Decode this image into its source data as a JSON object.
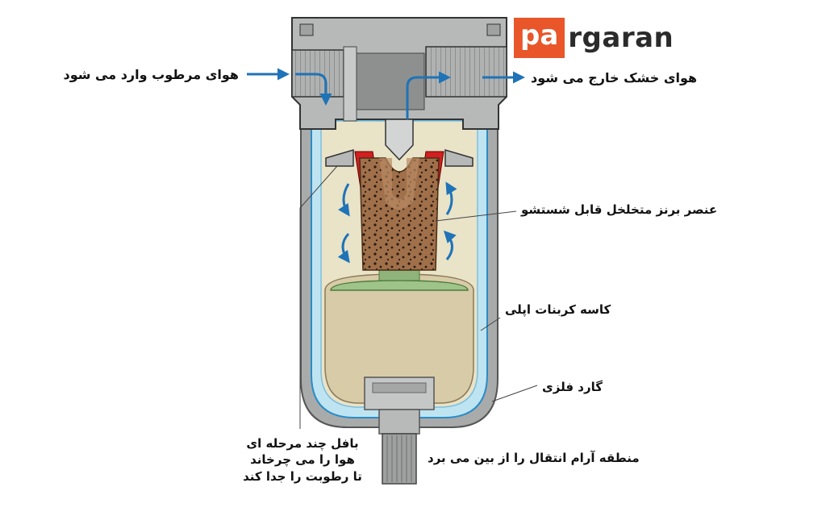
{
  "logo": {
    "accent": "pa",
    "rest": "rgaran",
    "accent_color": "#e8562a"
  },
  "labels": {
    "wet_air_in": "هوای مرطوب وارد می شود",
    "dry_air_out": "هوای خشک خارج می شود",
    "bronze_element": "عنصر برنز متخلخل قابل شستشو",
    "polycarbonate_bowl": "کاسه کربنات اپلی",
    "metal_guard": "گارد فلزی",
    "baffle": [
      "بافل چند مرحله ای",
      "هوا را می چرخاند",
      "تا رطوبت را جدا کند"
    ],
    "quiet_zone": "منطقه آرام انتقال را از بین می برد"
  },
  "colors": {
    "housing": "#b7b9b9",
    "bowl_liquid": "#cfe9f2",
    "bowl_outline": "#3aa0d6",
    "guard": "#a9abab",
    "bronze": "#9b6b45",
    "seal": "#d21f1f",
    "arrow": "#1f73b7",
    "float": "#d8cba8"
  }
}
